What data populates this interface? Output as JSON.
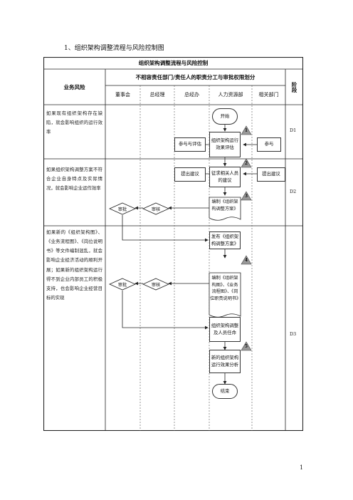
{
  "heading": "1、组织架构调整流程与风险控制图",
  "page_number": "1",
  "table": {
    "title": "组织架构调整流程与风险控制",
    "risk_header": "业务风险",
    "responsibility_header": "不相容责任部门/责任人的职责分工与审批权限划分",
    "stage_header": "阶段",
    "departments": [
      "董事会",
      "总经理",
      "总经办",
      "人力资源部",
      "相关部门"
    ]
  },
  "risks": [
    "如果现有组织架构存在缺陷，就会影响组织的运行效率",
    "如果组织架构调整方案不符合企业自身特点及实际情况，就会影响企业运作效率",
    "如果新的《组织架构图》、《业务流程图》、《岗位说明书》等文件编制混乱，就会影响企业经济活动的顺利开展；如果新的组织架构运行得不到企业内部员工的积极支持，也会影响企业经营目标的实现"
  ],
  "stages": [
    "D1",
    "D2",
    "D3"
  ],
  "nodes": {
    "start": "开始",
    "participate_evaluate": "参与与评估",
    "org_efficiency": "组织架构运行效果评估",
    "participate": "参与",
    "propose1": "提出建议",
    "collect": "征求相关人员的建议",
    "propose2": "提出建议",
    "draft_plan": "编制《组织架构调整方案》",
    "approve1": "审批",
    "review1": "审核",
    "publish": "发布《组织架构调整方案》",
    "compile_docs": "编制《组织架构图》、《业务流程图》、《岗位职责说明书》",
    "approve2": "审批",
    "review2": "审核",
    "appoint": "组织架构调整及人员任命",
    "analyze": "新的组织架构运行效果分析",
    "end": "结束"
  },
  "control_points": [
    "1",
    "2",
    "3",
    "4",
    "5"
  ]
}
